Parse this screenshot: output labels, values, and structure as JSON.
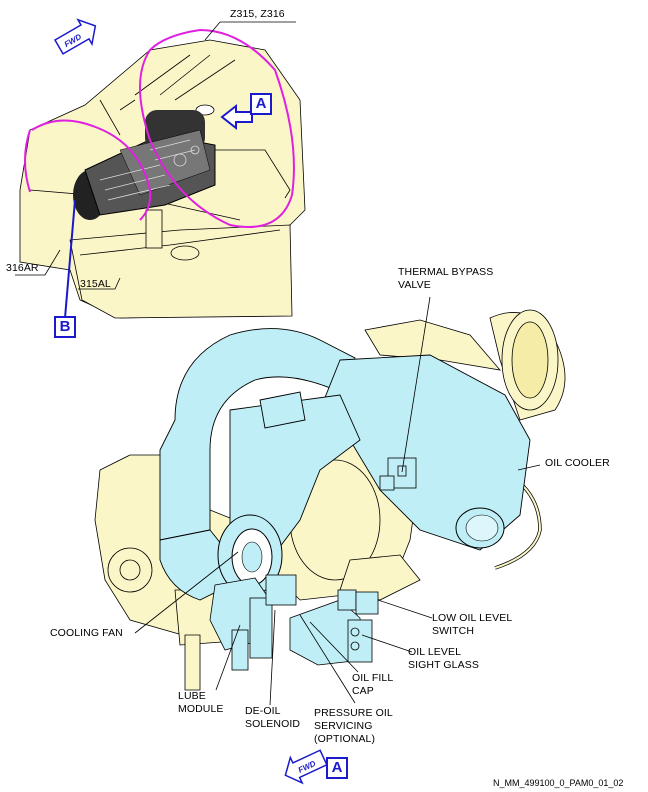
{
  "labels": {
    "zone": "Z315, Z316",
    "panel_316ar": "316AR",
    "panel_315al": "315AL",
    "thermal_bypass": "THERMAL BYPASS\nVALVE",
    "oil_cooler": "OIL COOLER",
    "cooling_fan": "COOLING FAN",
    "low_oil_level": "LOW OIL LEVEL\nSWITCH",
    "oil_level_glass": "OIL LEVEL\nSIGHT GLASS",
    "oil_fill_cap": "OIL FILL\nCAP",
    "lube_module": "LUBE\nMODULE",
    "de_oil_solenoid": "DE-OIL\nSOLENOID",
    "pressure_oil": "PRESSURE OIL\nSERVICING\n(OPTIONAL)"
  },
  "callouts": {
    "a_top": "A",
    "b": "B",
    "a_bottom": "A"
  },
  "fwd": {
    "top": "FWD",
    "bottom": "FWD"
  },
  "reference": "N_MM_499100_0_PAM0_01_02",
  "colors": {
    "panel_fill": "#fbf6c8",
    "component_fill": "#bfeef6",
    "highlight_outline": "#e020e0",
    "callout_blue": "#1a1acc",
    "line": "#000000"
  }
}
